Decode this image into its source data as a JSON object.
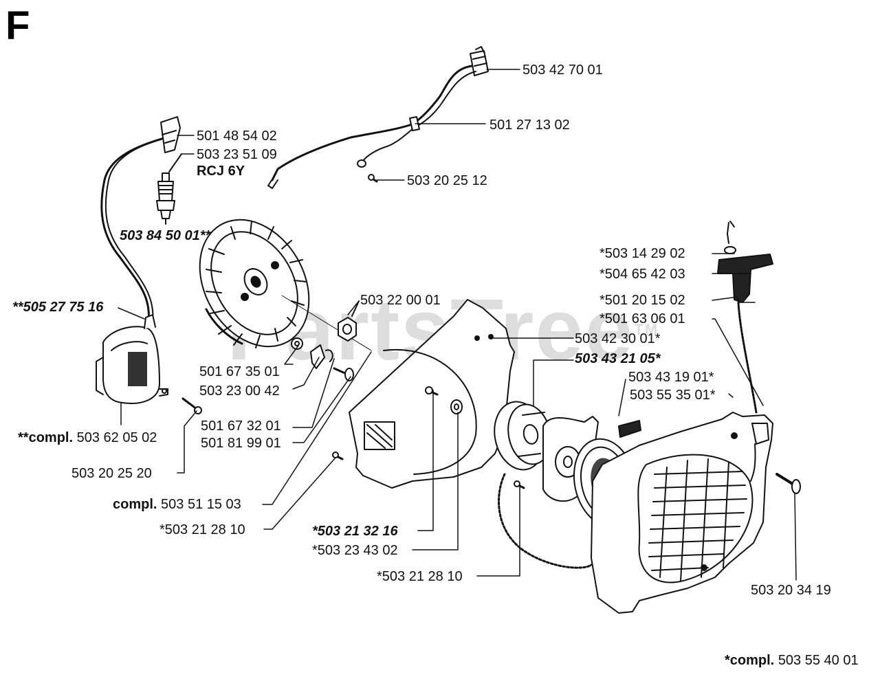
{
  "section_letter": "F",
  "watermark": "PartsTree",
  "watermark_tm": "TM",
  "colors": {
    "ink": "#111111",
    "background": "#ffffff",
    "watermark": "#000000"
  },
  "parts": {
    "p1": {
      "number": "503 42 70 01"
    },
    "p2": {
      "number": "501 27 13 02"
    },
    "p3": {
      "number": "501 48 54 02"
    },
    "p4": {
      "number": "503 23 51 09"
    },
    "p5": {
      "number": "RCJ 6Y"
    },
    "p6": {
      "number": "503 20 25 12"
    },
    "p7": {
      "number": "503 84 50 01**"
    },
    "p8": {
      "number": "*503 14 29 02"
    },
    "p9": {
      "number": "*504 65 42 03"
    },
    "p10": {
      "number": "**505 27 75 16"
    },
    "p11": {
      "number": "503 22 00 01"
    },
    "p12": {
      "number": "*501 20 15 02"
    },
    "p13": {
      "number": "*501 63 06 01"
    },
    "p14": {
      "number": "503 42 30 01*"
    },
    "p15": {
      "number": "503 43 21 05*"
    },
    "p16": {
      "number": "501 67 35 01"
    },
    "p17": {
      "number": "503 23 00 42"
    },
    "p18": {
      "number": "503 43 19 01*"
    },
    "p19": {
      "number": "503 55 35 01*"
    },
    "p20": {
      "number": "501 67 32 01"
    },
    "p21": {
      "number": "501 81 99 01"
    },
    "p22": {
      "prefix": "**compl.",
      "number": "503 62 05 02"
    },
    "p23": {
      "number": "503 20 25 20"
    },
    "p24": {
      "prefix": "compl.",
      "number": "503 51 15 03"
    },
    "p25": {
      "number": "*503 21 28 10"
    },
    "p26": {
      "number": "*503 21 32 16"
    },
    "p27": {
      "number": "*503 23 43 02"
    },
    "p28": {
      "number": "*503 21 28 10"
    },
    "p29": {
      "number": "503 20 34 19"
    },
    "p30": {
      "prefix": "*compl.",
      "number": "503 55 40 01"
    }
  }
}
